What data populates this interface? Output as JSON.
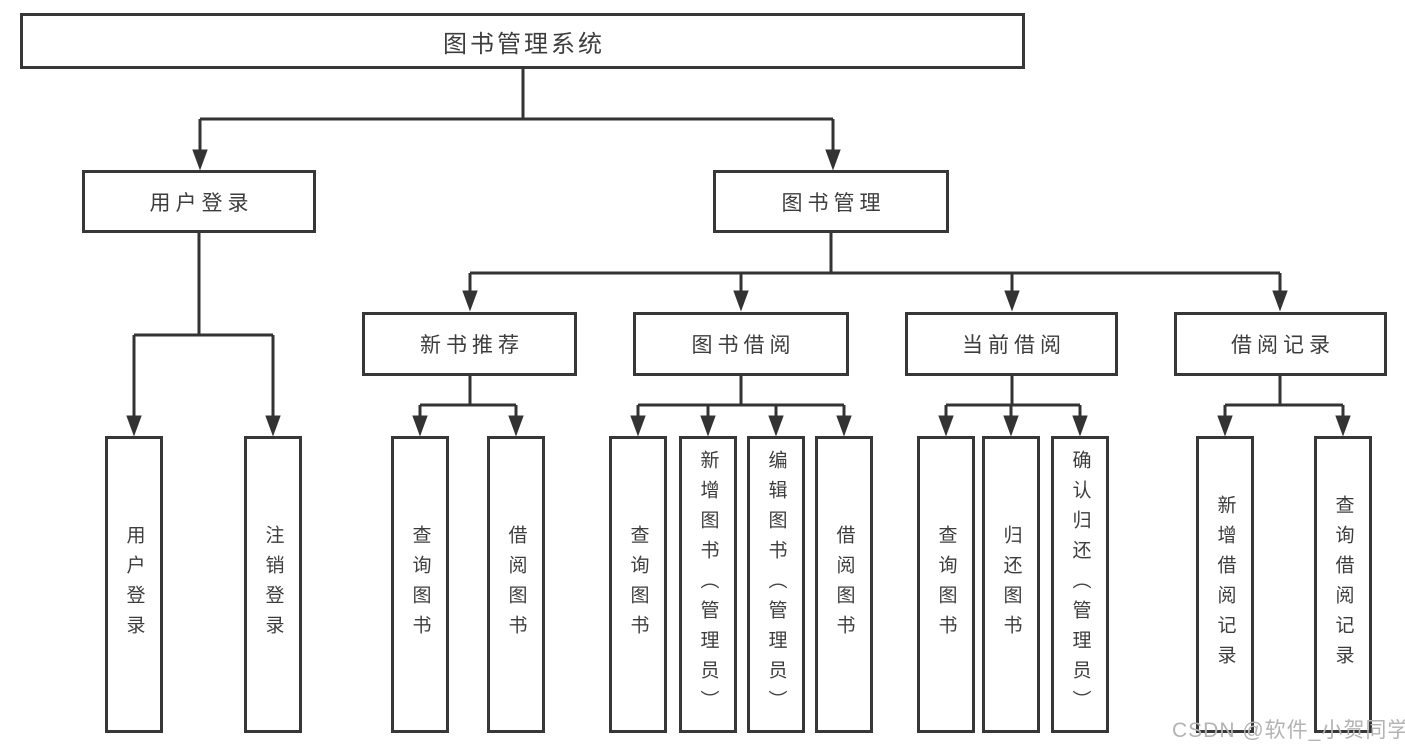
{
  "diagram": {
    "title": "图书管理系统",
    "tree": {
      "root": "图书管理系统",
      "level2": [
        {
          "label": "用户登录",
          "children": [
            "用户登录",
            "注销登录"
          ]
        },
        {
          "label": "图书管理",
          "sections": [
            {
              "label": "新书推荐",
              "children": [
                "查询图书",
                "借阅图书"
              ]
            },
            {
              "label": "图书借阅",
              "children": [
                "查询图书",
                "新增图书（管理员）",
                "编辑图书（管理员）",
                "借阅图书"
              ]
            },
            {
              "label": "当前借阅",
              "children": [
                "查询图书",
                "归还图书",
                "确认归还（管理员）"
              ]
            },
            {
              "label": "借阅记录",
              "children": [
                "新增借阅记录",
                "查询借阅记录"
              ]
            }
          ]
        }
      ]
    },
    "watermark": "CSDN @软件_小贺同学",
    "colors": {
      "line": "#333333",
      "box_border": "#373737",
      "text": "#3d3d3d",
      "watermark": "#b3b3b3",
      "background": "#ffffff"
    }
  }
}
